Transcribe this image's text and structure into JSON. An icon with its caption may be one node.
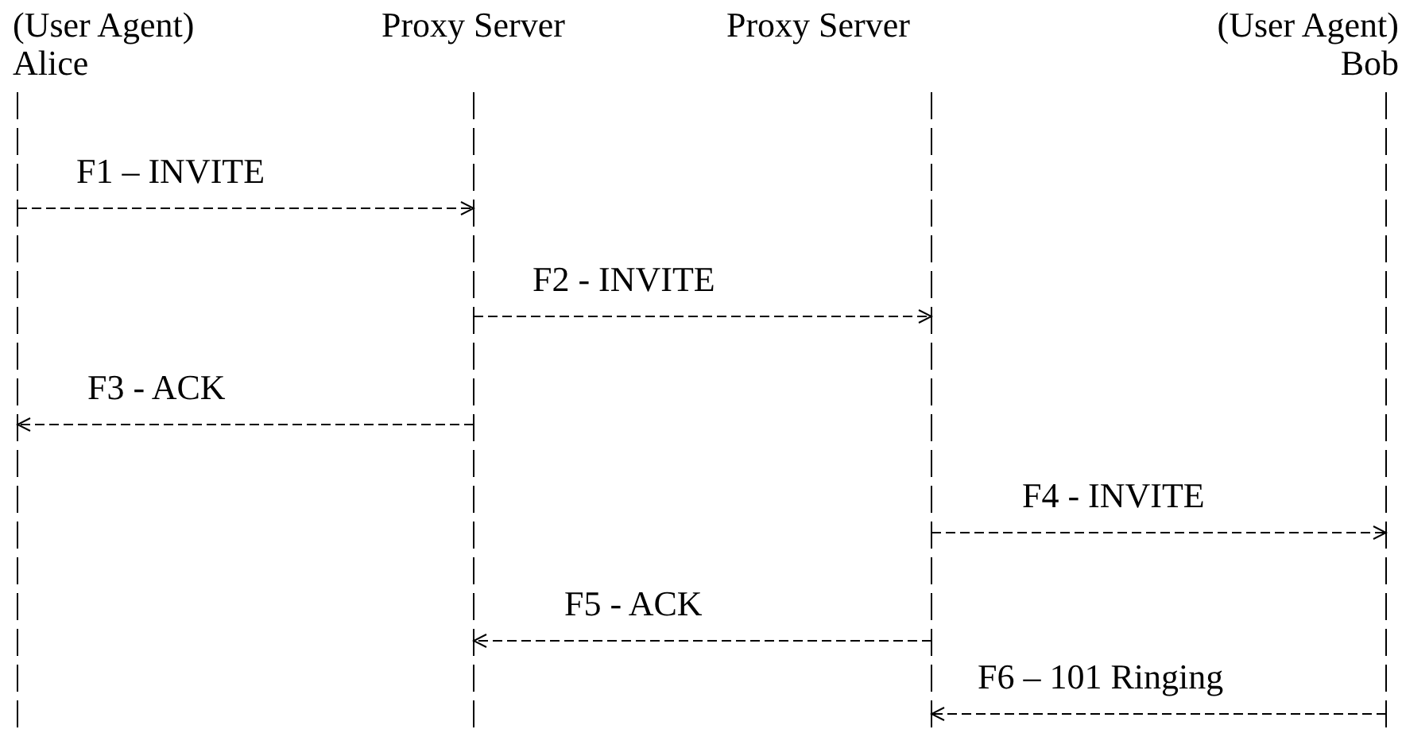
{
  "diagram": {
    "nodes": [
      {
        "text": [
          "(User Agent)",
          "Alice"
        ]
      },
      {
        "text": [
          "Proxy Server"
        ]
      },
      {
        "text": [
          "Proxy Server"
        ]
      },
      {
        "text": [
          "(User Agent)",
          "Bob"
        ]
      }
    ],
    "edges": [
      {
        "from": 0,
        "to": 1,
        "arrow": "to",
        "label": "F1 – INVITE",
        "style": "dashed"
      },
      {
        "from": 1,
        "to": 2,
        "arrow": "to",
        "label": "F2 - INVITE",
        "style": "dashed"
      },
      {
        "from": 1,
        "to": 0,
        "arrow": "to",
        "label": "F3 - ACK",
        "style": "dashed"
      },
      {
        "from": 2,
        "to": 3,
        "arrow": "to",
        "label": "F4 - INVITE",
        "style": "dashed"
      },
      {
        "from": 2,
        "to": 1,
        "arrow": "to",
        "label": "F5 - ACK",
        "style": "dashed"
      },
      {
        "from": 3,
        "to": 2,
        "arrow": "to",
        "label": "F6 – 101 Ringing",
        "style": "dashed"
      }
    ]
  }
}
